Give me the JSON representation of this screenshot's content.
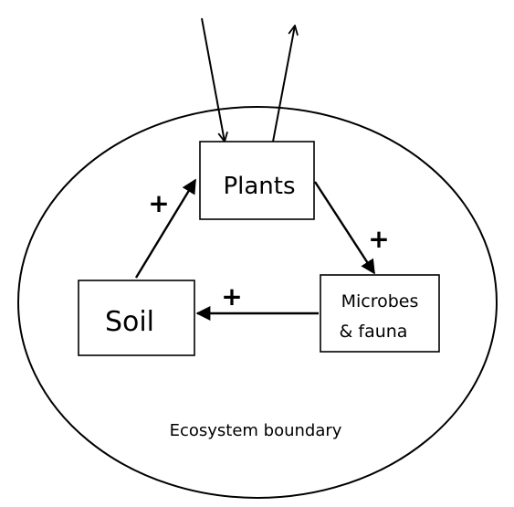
{
  "nodes": {
    "plants": {
      "label": "Plants"
    },
    "soil": {
      "label": "Soil"
    },
    "microbes": {
      "line1": "Microbes",
      "line2": "& fauna"
    }
  },
  "signs": {
    "soil_to_plants": "+",
    "plants_to_microbes": "+",
    "microbes_to_soil": "+"
  },
  "boundary": {
    "label": "Ecosystem boundary"
  },
  "colors": {
    "stroke": "#000000",
    "background": "#ffffff"
  }
}
